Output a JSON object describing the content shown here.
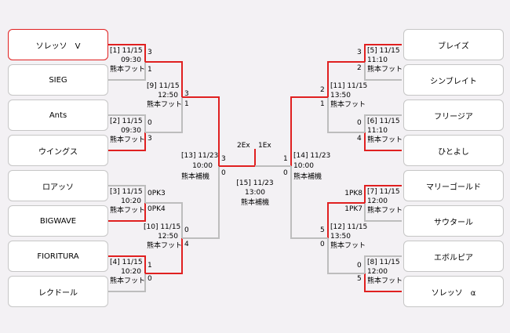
{
  "teams_left": [
    "ソレッソ　V",
    "SIEG",
    "Ants",
    "ウイングス",
    "ロアッソ",
    "BIGWAVE",
    "FIORITURA",
    "レクドール"
  ],
  "teams_right": [
    "ブレイズ",
    "シンブレイト",
    "フリージア",
    "ひとよし",
    "マリーゴールド",
    "サウタール",
    "エボルピア",
    "ソレッソ　α"
  ],
  "matches": {
    "m1": {
      "label": "[1] 11/15",
      "time": "09:30",
      "venue": "熊本フット",
      "s_top": "3",
      "s_bot": "1"
    },
    "m2": {
      "label": "[2] 11/15",
      "time": "09:30",
      "venue": "熊本フット",
      "s_top": "0",
      "s_bot": "3"
    },
    "m3": {
      "label": "[3] 11/15",
      "time": "10:20",
      "venue": "熊本フット",
      "s_top": "0PK3",
      "s_bot": "0PK4"
    },
    "m4": {
      "label": "[4] 11/15",
      "time": "10:20",
      "venue": "熊本フット",
      "s_top": "1",
      "s_bot": "0"
    },
    "m5": {
      "label": "[5] 11/15",
      "time": "11:10",
      "venue": "熊本フット",
      "s_top": "3",
      "s_bot": "2"
    },
    "m6": {
      "label": "[6] 11/15",
      "time": "11:10",
      "venue": "熊本フット",
      "s_top": "0",
      "s_bot": "4"
    },
    "m7": {
      "label": "[7] 11/15",
      "time": "12:00",
      "venue": "熊本フット",
      "s_top": "1PK8",
      "s_bot": "1PK7"
    },
    "m8": {
      "label": "[8] 11/15",
      "time": "12:00",
      "venue": "熊本フット",
      "s_top": "0",
      "s_bot": "5"
    },
    "m9": {
      "label": "[9] 11/15",
      "time": "12:50",
      "venue": "熊本フット",
      "s_top": "3",
      "s_bot": "1"
    },
    "m10": {
      "label": "[10] 11/15",
      "time": "12:50",
      "venue": "熊本フット",
      "s_top": "0",
      "s_bot": "4"
    },
    "m11": {
      "label": "[11] 11/15",
      "time": "13:50",
      "venue": "熊本フット",
      "s_top": "2",
      "s_bot": "1"
    },
    "m12": {
      "label": "[12] 11/15",
      "time": "13:50",
      "venue": "熊本フット",
      "s_top": "5",
      "s_bot": "0"
    },
    "m13": {
      "label": "[13] 11/23",
      "time": "10:00",
      "venue": "熊本補機",
      "s_top": "3",
      "s_bot": "0"
    },
    "m14": {
      "label": "[14] 11/23",
      "time": "10:00",
      "venue": "熊本補機",
      "s_top": "1",
      "s_bot": "0"
    },
    "m15": {
      "label": "[15] 11/23",
      "time": "13:00",
      "venue": "熊本補機"
    },
    "final": {
      "s_left": "2Ex",
      "s_right": "1Ex"
    }
  },
  "colors": {
    "winner_line": "#e02020",
    "loser_line": "#bdbdbd",
    "background": "#f3f1f4"
  }
}
